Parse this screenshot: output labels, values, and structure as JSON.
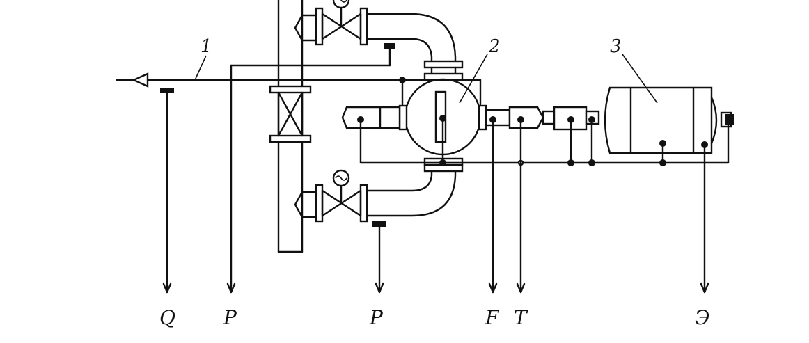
{
  "callouts": {
    "pipeline": "1",
    "pump": "2",
    "motor": "3"
  },
  "outputs": {
    "flow": "Q",
    "pressure_inlet": "P",
    "pressure_outlet": "P",
    "force": "F",
    "temperature": "T",
    "energy": "Э"
  },
  "colors": {
    "ink": "#111111",
    "background": "#ffffff"
  }
}
